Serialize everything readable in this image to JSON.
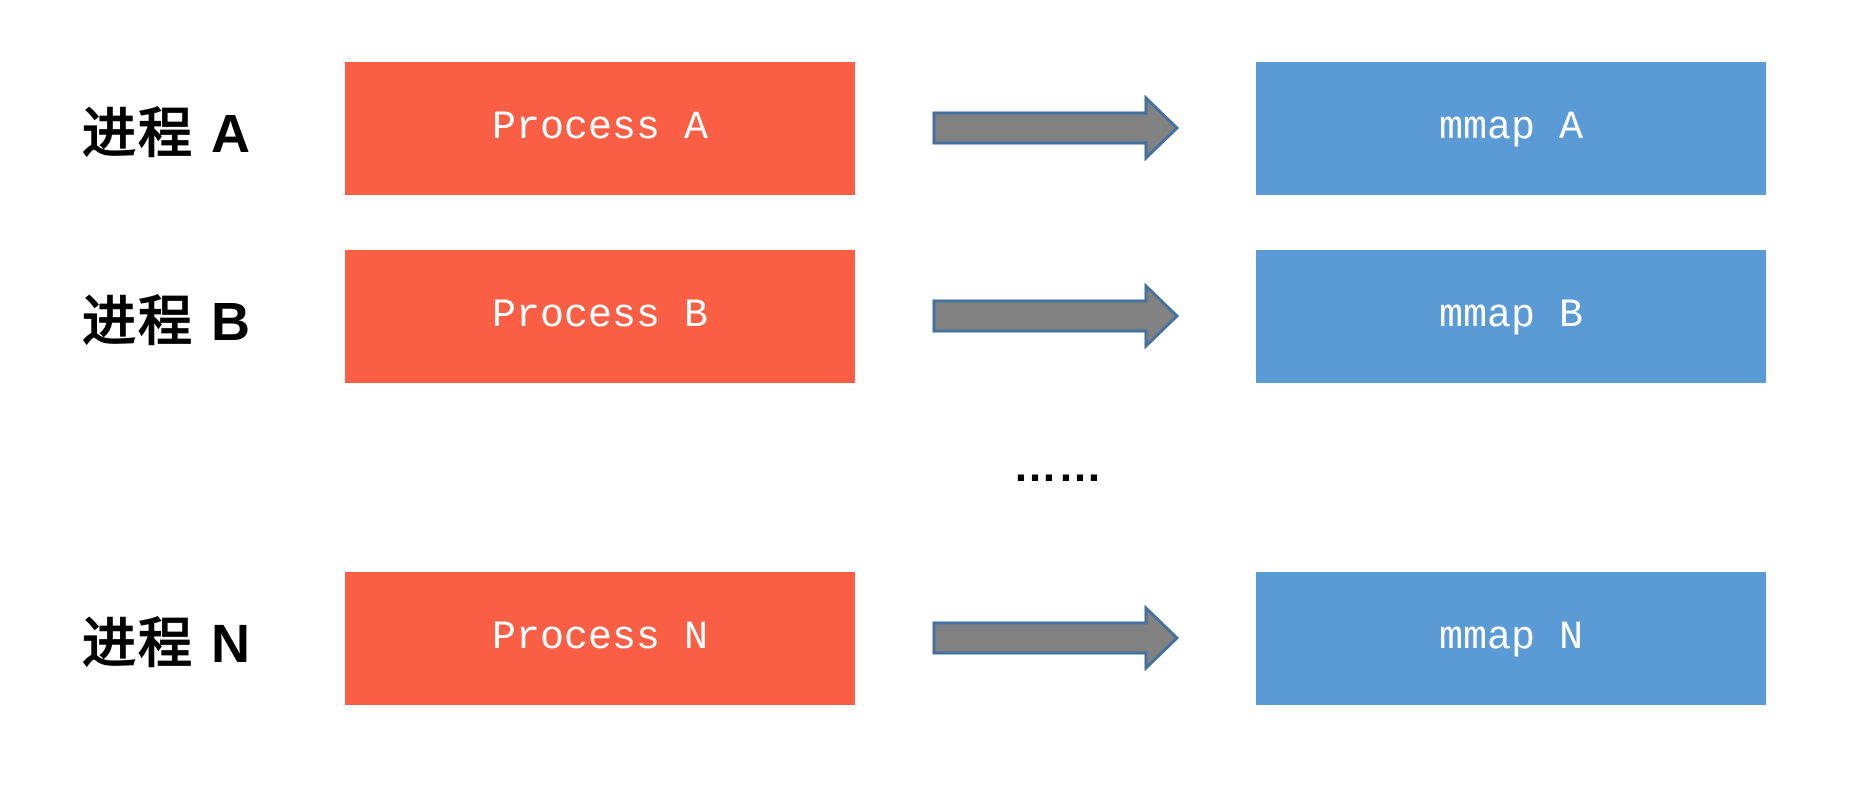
{
  "diagram": {
    "title_hidden": "",
    "rows": [
      {
        "label": "进程 A",
        "process_box": "Process A",
        "mmap_box": "mmap A"
      },
      {
        "label": "进程 B",
        "process_box": "Process B",
        "mmap_box": "mmap B"
      },
      {
        "label": "进程 N",
        "process_box": "Process N",
        "mmap_box": "mmap N"
      }
    ],
    "ellipsis": "……",
    "icons": {
      "arrow": "right-block-arrow"
    },
    "colors": {
      "background": "#ffffff",
      "process_fill": "#FA5E45",
      "mmap_fill": "#5B9BD5",
      "arrow_fill": "#818181",
      "arrow_border": "#44719E",
      "label_color": "#000000",
      "box_text_color": "#ffffff"
    }
  }
}
